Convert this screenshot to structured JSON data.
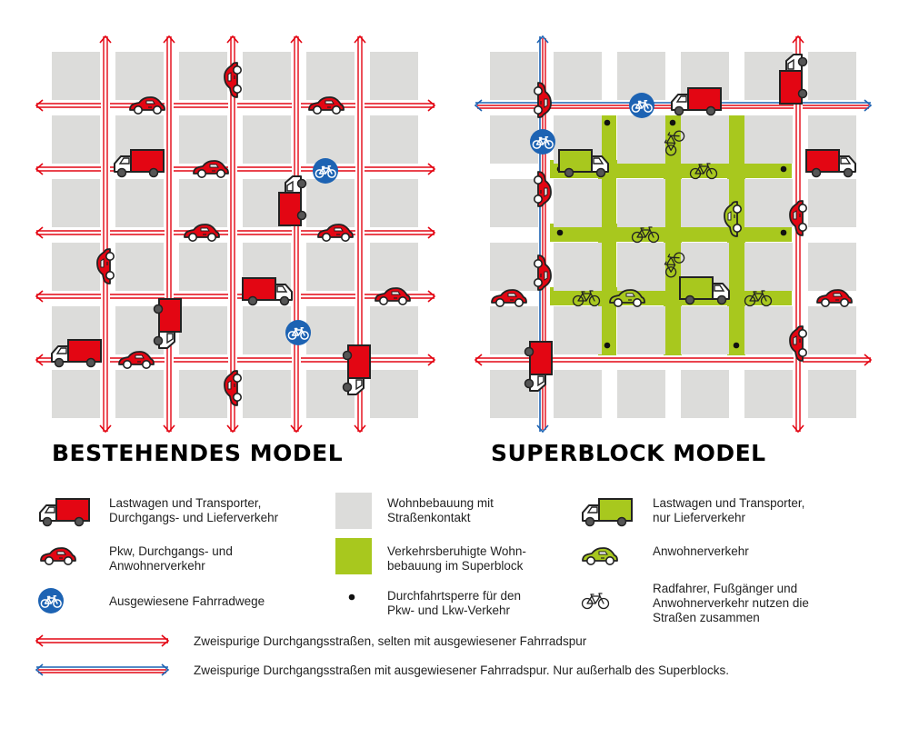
{
  "titles": {
    "left": "BESTEHENDES MODEL",
    "right": "SUPERBLOCK MODEL"
  },
  "colors": {
    "red": "#e30613",
    "green": "#a8c81e",
    "blue": "#1d63b3",
    "block_gray": "#dcdcda",
    "dark": "#222222"
  },
  "legend": {
    "truck_red": "Lastwagen und Transporter,\nDurchgangs- und Lieferverkehr",
    "car_red": "Pkw, Durchgangs- und\nAnwohnerverkehr",
    "bike_lane": "Ausgewiesene Fahrradwege",
    "residential": "Wohnbebauung mit\nStraßenkontakt",
    "superblock_area": "Verkehrsberuhigte Wohn-\nbebauung im Superblock",
    "barrier": "Durchfahrtsperre für den\nPkw- und Lkw-Verkehr",
    "truck_green": "Lastwagen und Transporter,\nnur Lieferverkehr",
    "car_green": "Anwohnerverkehr",
    "shared": "Radfahrer, Fußgänger und\nAnwohnerverkehr nutzen die\nStraßen zusammen",
    "street_red": "Zweispurige Durchgangsstraßen, selten mit ausgewiesener Fahrradspur",
    "street_blue": "Zweispurige Durchgangsstraßen mit ausgewiesener Fahrradspur. Nur außerhalb des Superblocks."
  },
  "icons": {
    "truck": "truck-icon",
    "car": "car-icon",
    "bike_sign": "bike-lane-sign-icon",
    "bicycle": "bicycle-icon",
    "barrier": "barrier-dot-icon",
    "arrow": "double-arrow-icon"
  }
}
